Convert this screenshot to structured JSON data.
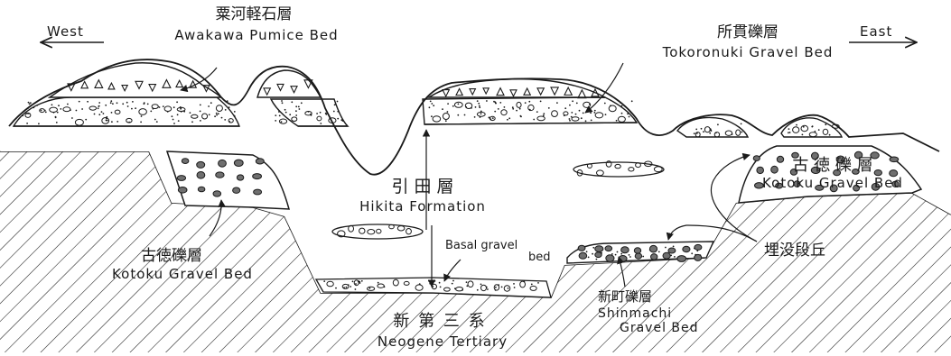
{
  "directions": {
    "west": "West",
    "east": "East"
  },
  "labels": {
    "awakawa_jp": "粟河軽石層",
    "awakawa_en": "Awakawa Pumice Bed",
    "tokoronuki_jp": "所貫礫層",
    "tokoronuki_en": "Tokoronuki Gravel Bed",
    "hikita_jp": "引 田 層",
    "hikita_en": "Hikita Formation",
    "kotoku_left_jp": "古徳礫層",
    "kotoku_left_en": "Kotoku Gravel Bed",
    "kotoku_right_jp": "古 徳 礫 層",
    "kotoku_right_en": "Kotoku Gravel Bed",
    "basal_line1": "Basal gravel",
    "basal_line2": "bed",
    "maibotsu_jp": "埋没段丘",
    "shinmachi_jp": "新町礫層",
    "shinmachi_en1": "Shinmachi",
    "shinmachi_en2": "Gravel Bed",
    "neogene_jp": "新 第 三 系",
    "neogene_en": "Neogene Tertiary"
  },
  "colors": {
    "ink": "#1a1a1a",
    "pebble_fill": "#6f6f6f",
    "paper": "#ffffff"
  }
}
